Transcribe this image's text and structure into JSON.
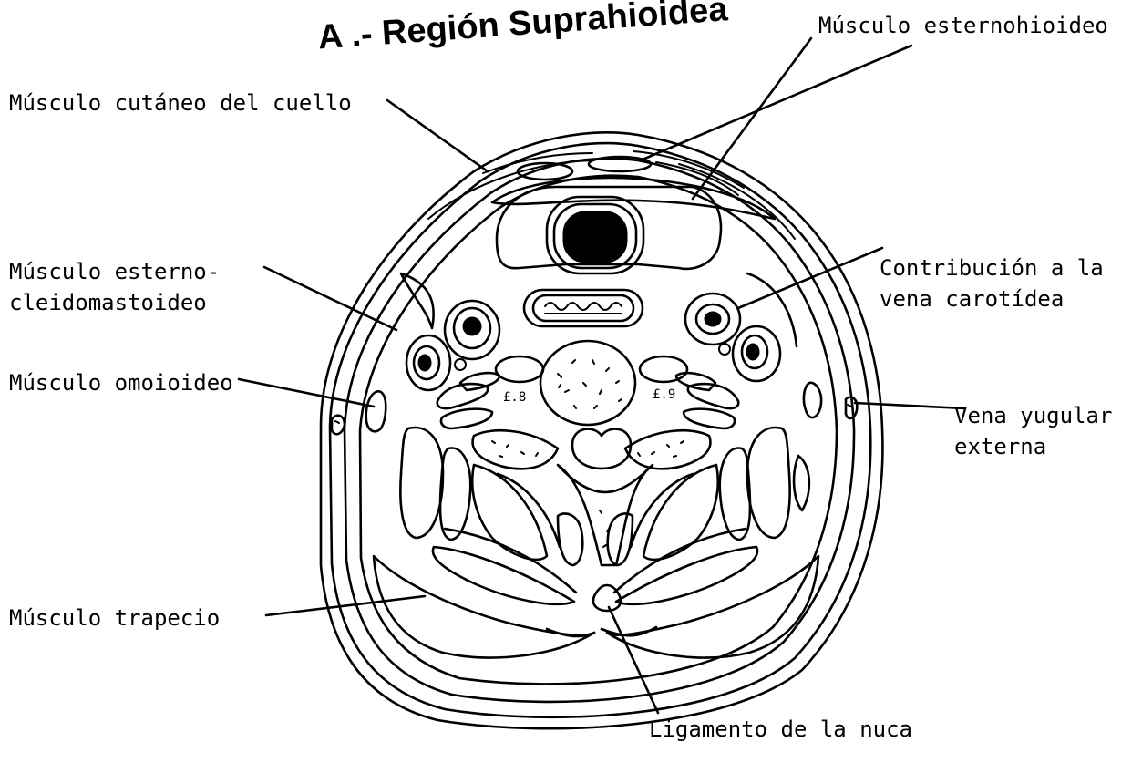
{
  "title": "A .-  Región Suprahioidea",
  "labels": {
    "musculo_esternohioideo": "Músculo esternohioideo",
    "musculo_cutaneo": "Músculo cutáneo del cuello",
    "musculo_esterno_1": "Músculo esterno-",
    "musculo_esterno_2": "cleidomastoideo",
    "contribucion_1": "Contribución a la",
    "contribucion_2": "vena carotídea",
    "musculo_omoioideo": "Músculo omoioideo",
    "vena_yugular_1": "Vena yugular",
    "vena_yugular_2": "externa",
    "musculo_trapecio": "Músculo trapecio",
    "ligamento": "Ligamento de la nuca"
  }
}
